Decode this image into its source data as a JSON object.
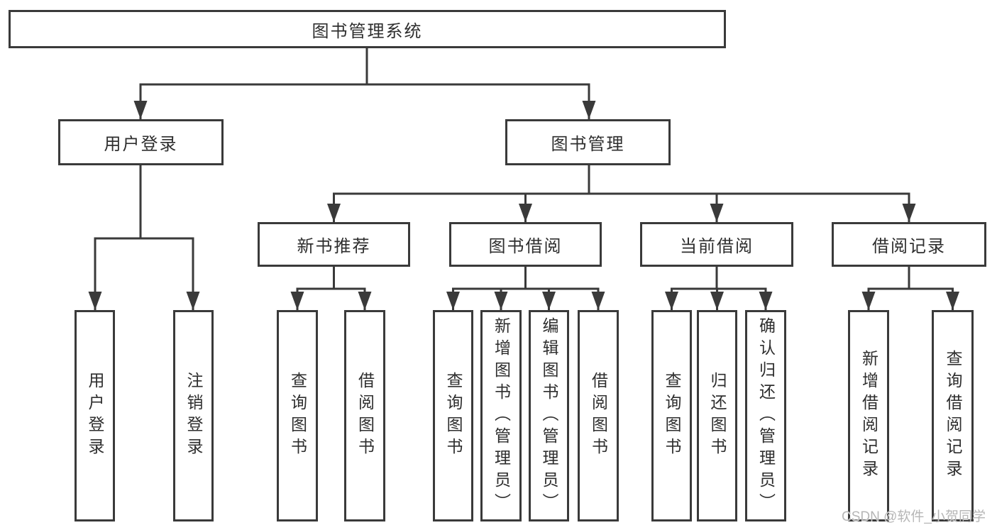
{
  "tree": {
    "root": {
      "label": "图书管理系统"
    },
    "level2": [
      {
        "label": "用户登录",
        "children": [
          {
            "label": "用户登录"
          },
          {
            "label": "注销登录"
          }
        ]
      },
      {
        "label": "图书管理",
        "children": [
          {
            "label": "新书推荐",
            "children": [
              {
                "label": "查询图书"
              },
              {
                "label": "借阅图书"
              }
            ]
          },
          {
            "label": "图书借阅",
            "children": [
              {
                "label": "查询图书"
              },
              {
                "label": "新增图书（管理员）"
              },
              {
                "label": "编辑图书（管理员）"
              },
              {
                "label": "借阅图书"
              }
            ]
          },
          {
            "label": "当前借阅",
            "children": [
              {
                "label": "查询图书"
              },
              {
                "label": "归还图书"
              },
              {
                "label": "确认归还（管理员）"
              }
            ]
          },
          {
            "label": "借阅记录",
            "children": [
              {
                "label": "新增借阅记录"
              },
              {
                "label": "查询借阅记录"
              }
            ]
          }
        ]
      }
    ]
  },
  "watermark": {
    "text": "CSDN @软件_小贺同学"
  },
  "colors": {
    "line": "#3a3a3a",
    "text": "#2e2e2e",
    "watermark": "#b6b6b6",
    "background": "#ffffff"
  }
}
